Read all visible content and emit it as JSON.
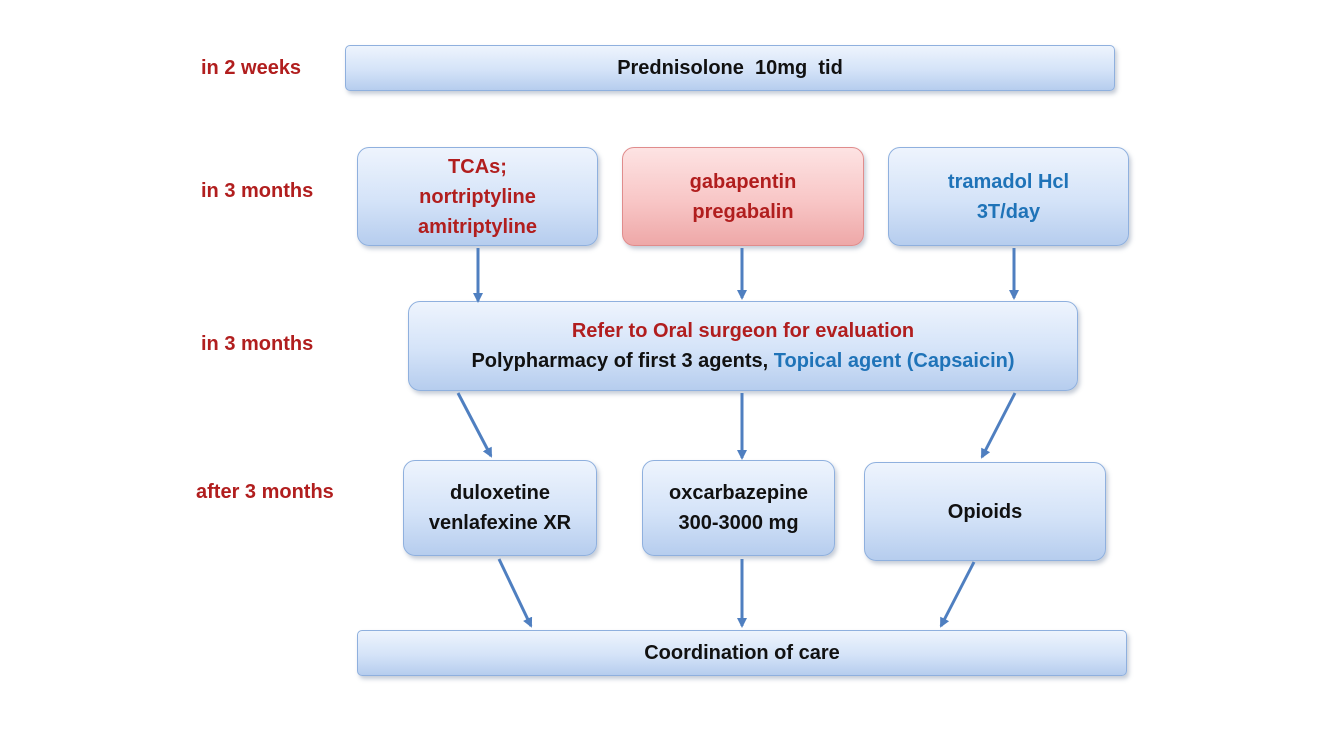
{
  "row_labels": {
    "r1": "in 2 weeks",
    "r2": "in 3 months",
    "r3": "in 3 months",
    "r4": "after 3 months"
  },
  "boxes": {
    "prednisolone": "Prednisolone  10mg  tid",
    "tcas": {
      "line1": "TCAs;",
      "line2": "nortriptyline",
      "line3": "amitriptyline"
    },
    "gabapentin": {
      "line1": "gabapentin",
      "line2": "pregabalin"
    },
    "tramadol": {
      "line1": "tramadol Hcl",
      "line2": "3T/day"
    },
    "refer": {
      "line1": "Refer to Oral surgeon for evaluation",
      "line2_part1": "Polypharmacy of first 3 agents, ",
      "line2_part2": "Topical agent (Capsaicin)"
    },
    "duloxetine": {
      "line1": "duloxetine",
      "line2": "venlafexine XR"
    },
    "oxcarbazepine": {
      "line1": "oxcarbazepine",
      "line2": "300-3000 mg"
    },
    "opioids": "Opioids",
    "coordination": "Coordination of care"
  },
  "colors": {
    "label_red": "#b11e1e",
    "text_blue": "#1f73b8",
    "arrow": "#4f7fc0",
    "box_fill": "#d4e3f8",
    "pink_fill": "#f8c6c6"
  }
}
